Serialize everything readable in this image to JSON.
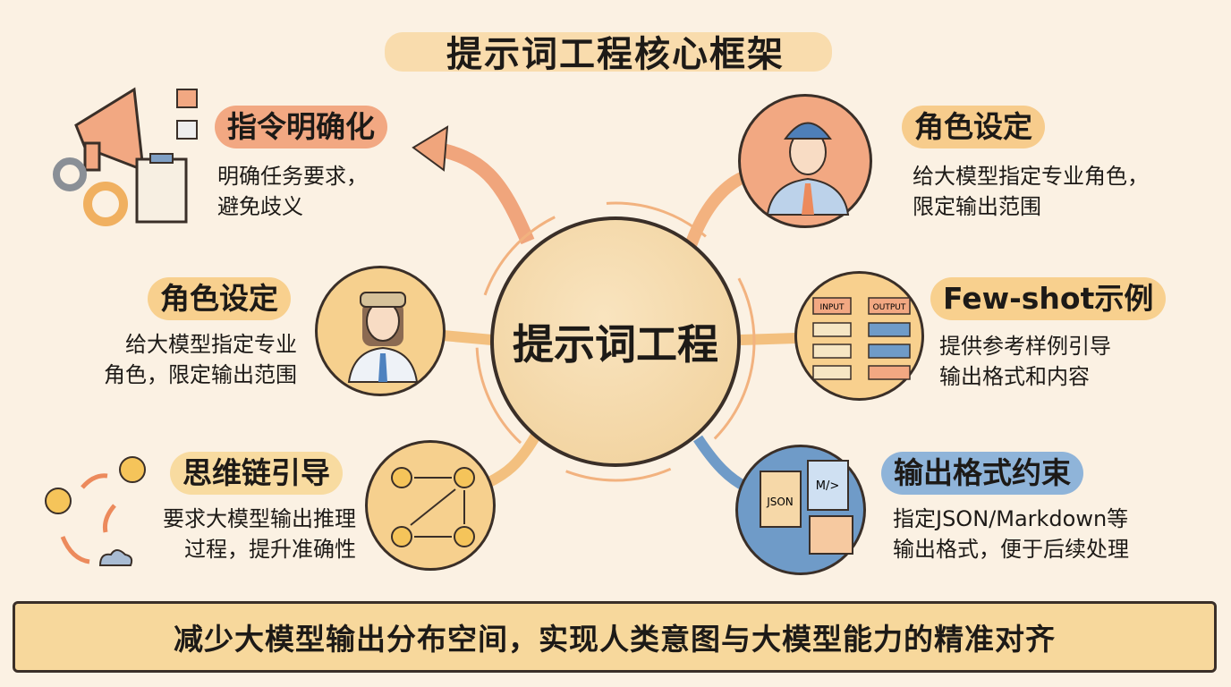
{
  "title": "提示词工程核心框架",
  "center": "提示词工程",
  "nodes": {
    "instruction": {
      "label": "指令明确化",
      "desc1": "明确任务要求，",
      "desc2": "避免歧义"
    },
    "role_left": {
      "label": "角色设定",
      "desc1": "给大模型指定专业",
      "desc2": "角色，限定输出范围"
    },
    "cot": {
      "label": "思维链引导",
      "desc1": "要求大模型输出推理",
      "desc2": "过程，提升准确性"
    },
    "role_right": {
      "label": "角色设定",
      "desc1": "给大模型指定专业角色，",
      "desc2": "限定输出范围"
    },
    "fewshot": {
      "label": "Few-shot示例",
      "desc1": "提供参考样例引导",
      "desc2": "输出格式和内容",
      "icon_input": "INPUT",
      "icon_output": "OUTPUT"
    },
    "format": {
      "label": "输出格式约束",
      "desc1": "指定JSON/Markdown等",
      "desc2": "输出格式，便于后续处理",
      "icon_json": "JSON",
      "icon_md": "M/>"
    }
  },
  "banner": "减少大模型输出分布空间，实现人类意图与大模型能力的精准对齐",
  "colors": {
    "background": "#fbf1e3",
    "orange": "#f2a882",
    "amber": "#f6d08e",
    "blue": "#6f9bc8",
    "ink": "#3a2f28"
  }
}
